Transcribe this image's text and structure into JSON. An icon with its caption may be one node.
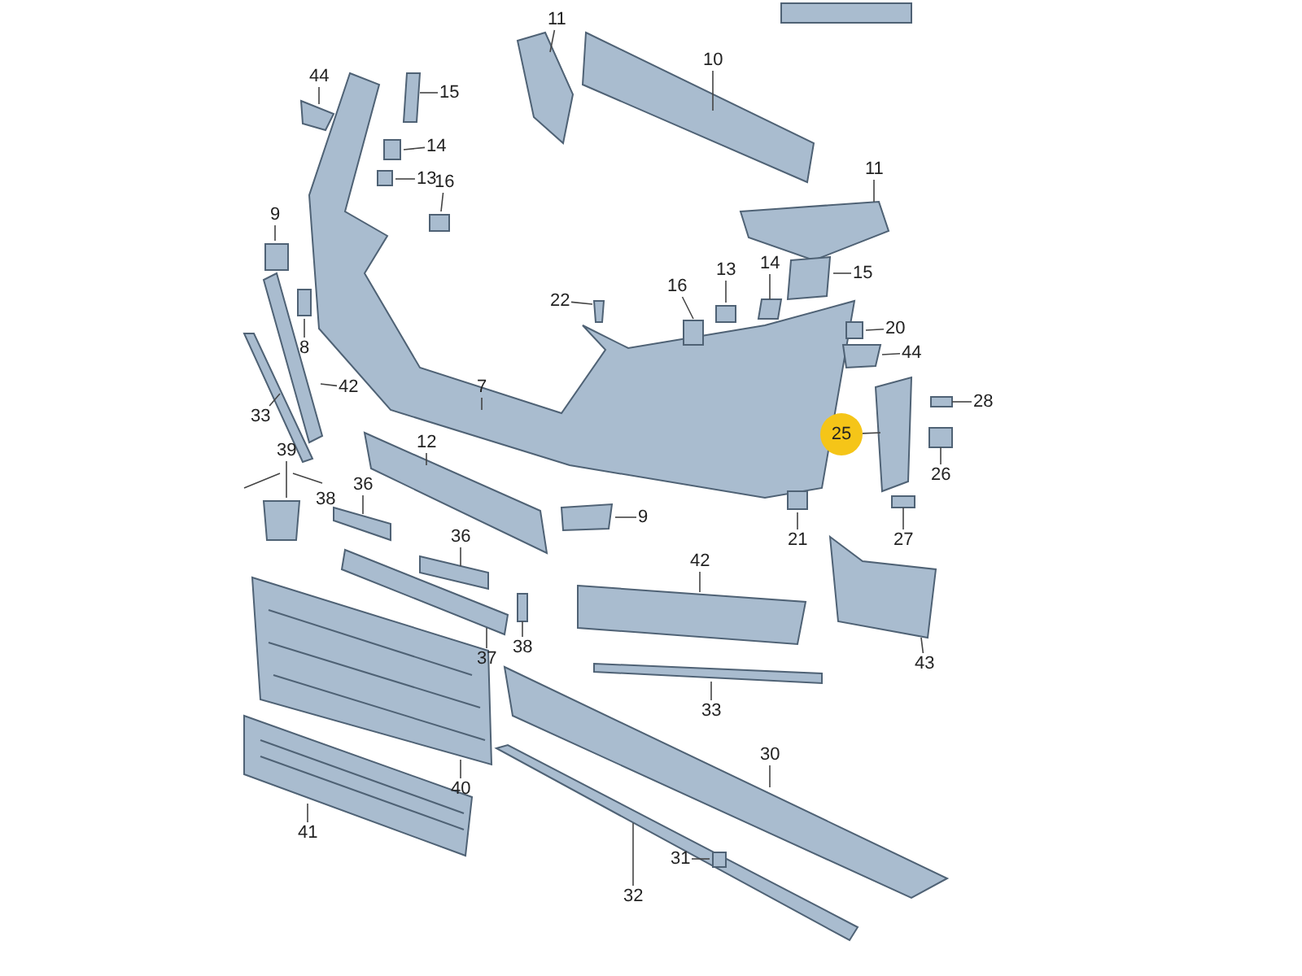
{
  "diagram": {
    "nodes": [
      {
        "text": [
          "11"
        ]
      },
      {
        "text": [
          "10"
        ]
      },
      {
        "text": [
          "44"
        ]
      },
      {
        "text": [
          "15"
        ]
      },
      {
        "text": [
          "14"
        ]
      },
      {
        "text": [
          "13"
        ]
      },
      {
        "text": [
          "16"
        ]
      },
      {
        "text": [
          "9"
        ]
      },
      {
        "text": [
          "11"
        ]
      },
      {
        "text": [
          "13"
        ]
      },
      {
        "text": [
          "14"
        ]
      },
      {
        "text": [
          "16"
        ]
      },
      {
        "text": [
          "15"
        ]
      },
      {
        "text": [
          "22"
        ]
      },
      {
        "text": [
          "20"
        ]
      },
      {
        "text": [
          "8"
        ]
      },
      {
        "text": [
          "44"
        ]
      },
      {
        "text": [
          "42"
        ]
      },
      {
        "text": [
          "28"
        ]
      },
      {
        "text": [
          "7"
        ]
      },
      {
        "text": [
          "25"
        ]
      },
      {
        "text": [
          "33"
        ]
      },
      {
        "text": [
          "39"
        ]
      },
      {
        "text": [
          "12"
        ]
      },
      {
        "text": [
          "26"
        ]
      },
      {
        "text": [
          "21"
        ]
      },
      {
        "text": [
          "36"
        ]
      },
      {
        "text": [
          "9"
        ]
      },
      {
        "text": [
          "27"
        ]
      },
      {
        "text": [
          "36"
        ]
      },
      {
        "text": [
          "42"
        ]
      },
      {
        "text": [
          "43"
        ]
      },
      {
        "text": [
          "37"
        ]
      },
      {
        "text": [
          "38"
        ]
      },
      {
        "text": [
          "33"
        ]
      },
      {
        "text": [
          "30"
        ]
      },
      {
        "text": [
          "40"
        ]
      },
      {
        "text": [
          "41"
        ]
      },
      {
        "text": [
          "31"
        ]
      },
      {
        "text": [
          "32"
        ]
      }
    ],
    "edges": [
      {
        "from": 0,
        "to": null,
        "arrow": "none"
      },
      {
        "from": 1,
        "to": null,
        "arrow": "none"
      },
      {
        "from": 2,
        "to": null,
        "arrow": "none"
      },
      {
        "from": 3,
        "to": null,
        "arrow": "none"
      },
      {
        "from": 4,
        "to": null,
        "arrow": "none"
      },
      {
        "from": 5,
        "to": null,
        "arrow": "none"
      },
      {
        "from": 6,
        "to": null,
        "arrow": "none"
      },
      {
        "from": 7,
        "to": null,
        "arrow": "none"
      },
      {
        "from": 8,
        "to": null,
        "arrow": "none"
      },
      {
        "from": 9,
        "to": null,
        "arrow": "none"
      },
      {
        "from": 10,
        "to": null,
        "arrow": "none"
      },
      {
        "from": 11,
        "to": null,
        "arrow": "none"
      },
      {
        "from": 12,
        "to": null,
        "arrow": "none"
      },
      {
        "from": 13,
        "to": null,
        "arrow": "none"
      },
      {
        "from": 14,
        "to": null,
        "arrow": "none"
      },
      {
        "from": 15,
        "to": null,
        "arrow": "none"
      },
      {
        "from": 16,
        "to": null,
        "arrow": "none"
      },
      {
        "from": 17,
        "to": null,
        "arrow": "none"
      },
      {
        "from": 18,
        "to": null,
        "arrow": "none"
      },
      {
        "from": 19,
        "to": null,
        "arrow": "none"
      },
      {
        "from": 20,
        "to": null,
        "arrow": "none"
      },
      {
        "from": 21,
        "to": null,
        "arrow": "none"
      },
      {
        "from": 22,
        "to": null,
        "arrow": "none"
      },
      {
        "from": 23,
        "to": null,
        "arrow": "none"
      },
      {
        "from": 24,
        "to": null,
        "arrow": "none"
      },
      {
        "from": 25,
        "to": null,
        "arrow": "none"
      },
      {
        "from": 26,
        "to": null,
        "arrow": "none"
      },
      {
        "from": 27,
        "to": null,
        "arrow": "none"
      },
      {
        "from": 28,
        "to": null,
        "arrow": "none"
      },
      {
        "from": 29,
        "to": null,
        "arrow": "none"
      },
      {
        "from": 30,
        "to": null,
        "arrow": "none"
      },
      {
        "from": 31,
        "to": null,
        "arrow": "none"
      },
      {
        "from": 32,
        "to": null,
        "arrow": "none"
      },
      {
        "from": 33,
        "to": null,
        "arrow": "none"
      },
      {
        "from": 34,
        "to": null,
        "arrow": "none"
      },
      {
        "from": 35,
        "to": null,
        "arrow": "none"
      },
      {
        "from": 36,
        "to": null,
        "arrow": "none"
      },
      {
        "from": 37,
        "to": null,
        "arrow": "none"
      },
      {
        "from": 38,
        "to": null,
        "arrow": "none"
      },
      {
        "from": 39,
        "to": null,
        "arrow": "none"
      }
    ],
    "labels": [
      "38"
    ]
  }
}
